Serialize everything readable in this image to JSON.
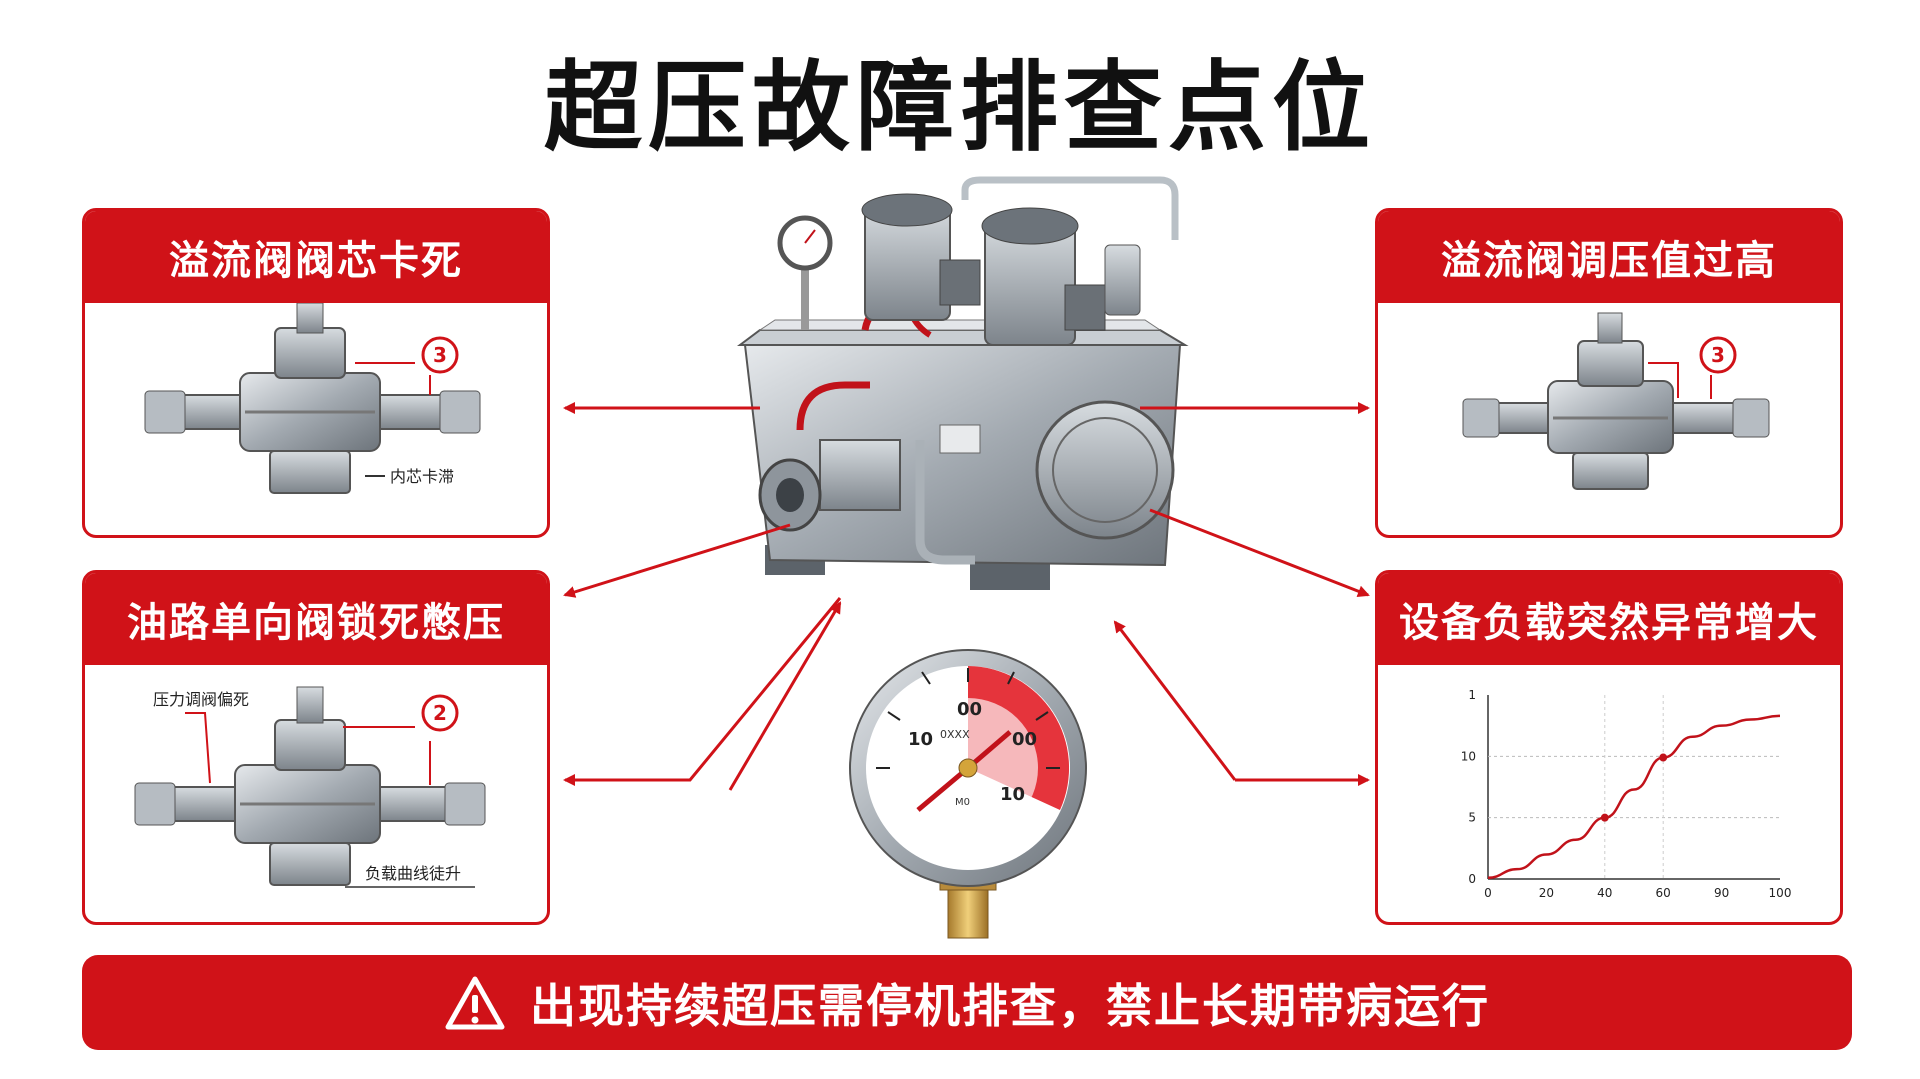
{
  "title": "超压故障排查点位",
  "cards": {
    "top_left": {
      "title": "溢流阀阀芯卡死",
      "badge": "3",
      "caption": "内芯卡滞"
    },
    "mid_left": {
      "title": "油路单向阀锁死憋压",
      "badge": "2",
      "caption_top": "压力调阀偏死",
      "caption_bottom": "负载曲线徒升"
    },
    "top_right": {
      "title": "溢流阀调压值过高",
      "badge": "3"
    },
    "mid_right": {
      "title": "设备负载突然异常增大"
    }
  },
  "gauge": {
    "labels": [
      "00",
      "10",
      "00",
      "10"
    ],
    "brand": "0XXX",
    "small_label": "M0"
  },
  "chart_data": {
    "type": "line",
    "x_ticks": [
      "0",
      "20",
      "40",
      "60",
      "90",
      "100"
    ],
    "y_ticks": [
      "0",
      "5",
      "10",
      "1"
    ],
    "x": [
      0,
      10,
      20,
      30,
      40,
      50,
      60,
      70,
      80,
      90,
      100
    ],
    "y": [
      0.1,
      0.8,
      2.0,
      3.2,
      5.0,
      7.3,
      9.9,
      11.6,
      12.5,
      13.0,
      13.3
    ],
    "markers": [
      {
        "x": 40,
        "y": 5.0
      },
      {
        "x": 60,
        "y": 9.9
      }
    ],
    "xlim": [
      0,
      100
    ],
    "ylim": [
      0,
      15
    ],
    "grid": "dashed horizontal at 5 and 10"
  },
  "banner": {
    "text": "出现持续超压需停机排查，禁止长期带病运行"
  },
  "colors": {
    "accent_red": "#d01218",
    "steel": "#9aa1a8"
  },
  "icons": {
    "warning": "warning-triangle-icon"
  }
}
